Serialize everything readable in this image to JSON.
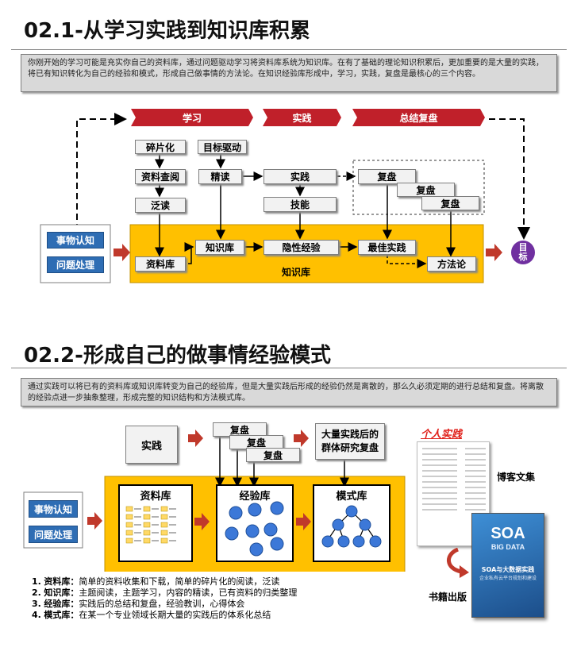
{
  "section1": {
    "title": "02.1-从学习实践到知识库积累",
    "intro": "你刚开始的学习可能是充实你自己的资料库，通过问题驱动学习将资料库系统为知识库。在有了基础的理论知识积累后，更加重要的是大量的实践，将已有知识转化为自己的经验和模式，形成自己做事情的方法论。在知识经验库形成中，学习，实践，复盘是最核心的三个内容。",
    "ribbons": [
      "学习",
      "实践",
      "总结复盘"
    ],
    "boxes": {
      "fragment": "碎片化",
      "goal_driven": "目标驱动",
      "material_lookup": "资料查阅",
      "intensive_read": "精读",
      "practice": "实践",
      "review1": "复盘",
      "review2": "复盘",
      "review3": "复盘",
      "skim": "泛读",
      "skill": "技能",
      "knowledge_base": "知识库",
      "tacit_experience": "隐性经验",
      "best_practice": "最佳实践",
      "material_base": "资料库",
      "methodology": "方法论"
    },
    "yellow_label": "知识库",
    "left_buttons": [
      "事物认知",
      "问题处理"
    ],
    "target": "目标"
  },
  "section2": {
    "title": "02.2-形成自己的做事情经验模式",
    "intro": "通过实践可以将已有的资料库或知识库转变为自己的经验库，但是大量实践后形成的经验仍然是离散的，那么久必须定期的进行总结和复盘。将离散的经验点进一步抽象整理，形成完整的知识结构和方法模式库。",
    "practice": "实践",
    "reviews": [
      "复盘",
      "复盘",
      "复盘"
    ],
    "group_review": "大量实践后的\n群体研究复盘",
    "stores": [
      "资料库",
      "经验库",
      "模式库"
    ],
    "left_buttons": [
      "事物认知",
      "问题处理"
    ],
    "personal_practice": "个人实践",
    "blog": "博客文集",
    "book_publish": "书籍出版",
    "book_cover": {
      "soa": "SOA",
      "big_data": "BIG DATA",
      "cn_title": "SOA与大数据实践",
      "cn_sub": "企业私有云平台规划和建设"
    },
    "list": [
      {
        "num": "1.",
        "key": "资料库：",
        "text": "简单的资料收集和下载，简单的碎片化的阅读，泛读"
      },
      {
        "num": "2.",
        "key": "知识库：",
        "text": "主题阅读，主题学习，内容的精读，已有资料的归类整理"
      },
      {
        "num": "3.",
        "key": "经验库：",
        "text": "实践后的总结和复盘，经验教训，心得体会"
      },
      {
        "num": "4.",
        "key": "模式库：",
        "text": "在某一个专业领域长期大量的实践后的体系化总结"
      }
    ]
  },
  "colors": {
    "ribbon_red": "#c0202a",
    "yellow": "#ffc000",
    "blue": "#2e6db4",
    "purple": "#7030a0",
    "circle_blue": "#3c78d8",
    "arrow_red": "#c0392b"
  }
}
